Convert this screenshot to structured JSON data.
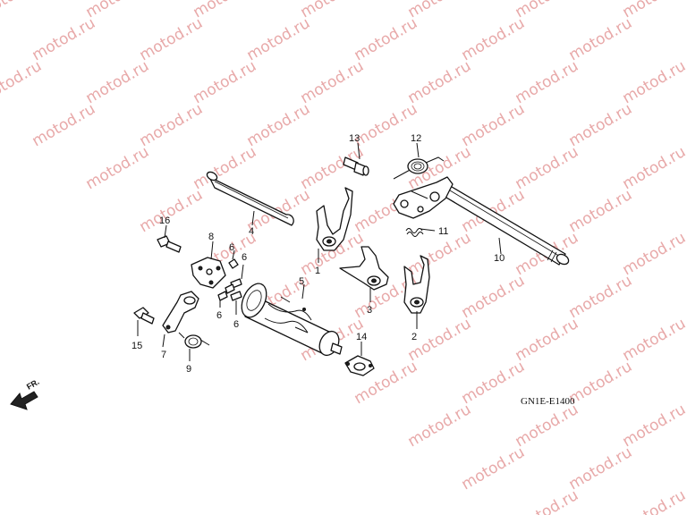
{
  "watermark": "motod.ru",
  "diagram_code": "GN1E-E1400",
  "direction_label": "FR.",
  "callouts": {
    "p1": "1",
    "p2": "2",
    "p3": "3",
    "p4": "4",
    "p5": "5",
    "p6a": "6",
    "p6b": "6",
    "p6c": "6",
    "p6d": "6",
    "p7": "7",
    "p8": "8",
    "p9": "9",
    "p10": "10",
    "p11": "11",
    "p12": "12",
    "p13": "13",
    "p14": "14",
    "p15": "15",
    "p16": "16"
  },
  "colors": {
    "watermark": "#e8a9a9",
    "line": "#111111",
    "background": "#ffffff"
  }
}
